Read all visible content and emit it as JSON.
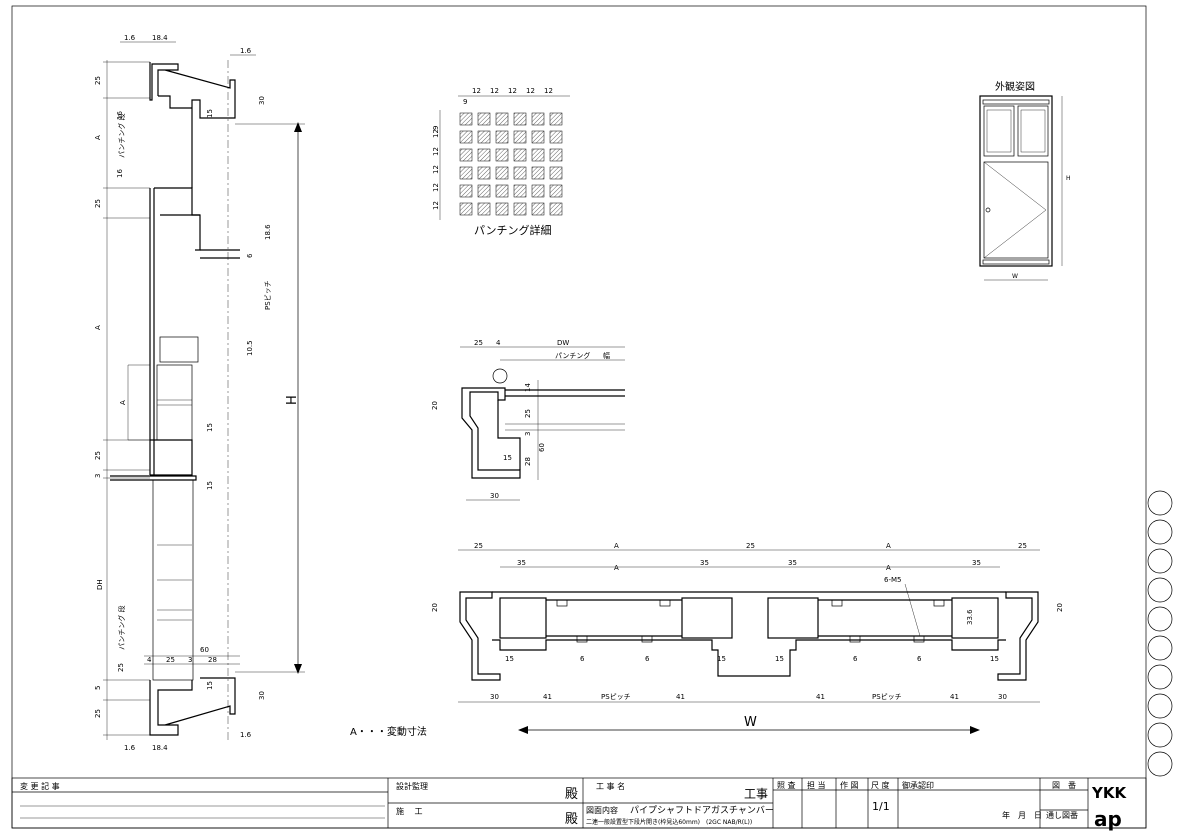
{
  "drawing": {
    "punching_title": "パンチング詳細",
    "exterior_title": "外観姿図",
    "legend_note": "A・・・変動寸法",
    "letters": {
      "A": "A",
      "H": "H",
      "DH": "DH",
      "W": "W",
      "DW": "DW",
      "ps_pitch": "PSピッチ",
      "punching_gap": "パンチング 段",
      "punching": "パンチング",
      "width": "幅",
      "bolt": "6-M5"
    },
    "punch_dims": [
      "12",
      "12",
      "12",
      "12",
      "12",
      "9"
    ],
    "left_dims": [
      "1.6",
      "18.4",
      "1.6",
      "25",
      "30",
      "16",
      "15",
      "16",
      "25",
      "18.6",
      "6",
      "10.5",
      "15",
      "25",
      "3",
      "15",
      "60",
      "4",
      "25",
      "3",
      "28",
      "25",
      "15",
      "5",
      "30",
      "25",
      "1.6",
      "18.4",
      "1.6"
    ],
    "section_dims": [
      "25",
      "4",
      "20",
      "14",
      "25",
      "3",
      "60",
      "15",
      "28",
      "30"
    ],
    "plan_dims": [
      "25",
      "25",
      "25",
      "35",
      "35",
      "35",
      "35",
      "20",
      "33.6",
      "20",
      "15",
      "6",
      "6",
      "15",
      "15",
      "6",
      "6",
      "15",
      "30",
      "41",
      "41",
      "41",
      "41",
      "30"
    ]
  },
  "title_block": {
    "change_record": "変 更 記 事",
    "design_supervision": "設計監理",
    "construction": "施 　工",
    "honorific1": "殿",
    "honorific2": "殿",
    "project_name_label": "工 事 名",
    "project_suffix": "工事",
    "drawing_content_label": "図面内容",
    "drawing_content": "パイプシャフトドアガスチャンバー",
    "drawing_subtitle": "二連一般設置型下段片開き(枠見込60mm)　(2GC NAB/R(L))",
    "inspection": "照 査",
    "person": "担 当",
    "drafter": "作 図",
    "scale_label": "尺 度",
    "scale_value": "1/1",
    "approval": "御承認印",
    "drawing_no_label": "図　番",
    "date_label": "年　月　日",
    "serial_label": "通し図番",
    "brand_top": "YKK",
    "brand_bottom": "ap"
  },
  "revision_circles": 10
}
